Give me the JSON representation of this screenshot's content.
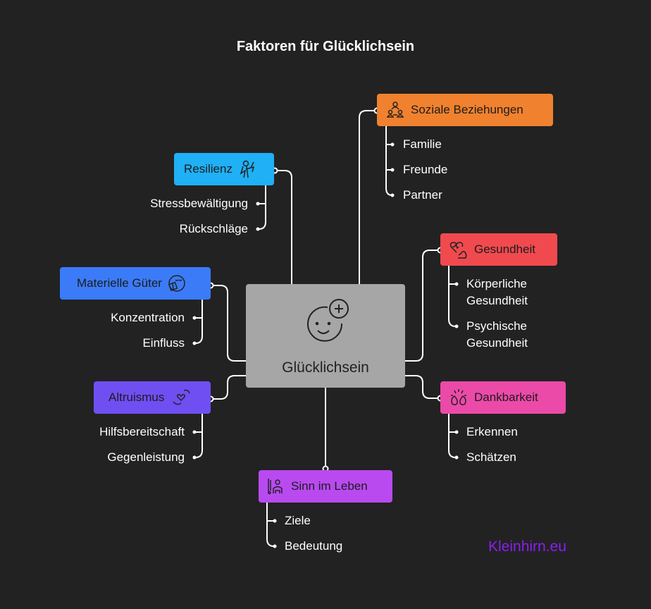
{
  "title": "Faktoren für Glücklichsein",
  "center": {
    "label": "Glücklichsein",
    "icon": "smiley-plus-icon"
  },
  "branches": {
    "soziale": {
      "label": "Soziale Beziehungen",
      "color": "#f0812e",
      "icon": "people-group-icon",
      "children": [
        "Familie",
        "Freunde",
        "Partner"
      ]
    },
    "resilienz": {
      "label": "Resilienz",
      "color": "#1fb0f5",
      "icon": "person-lightning-icon",
      "children": [
        "Stressbewältigung",
        "Rückschläge"
      ]
    },
    "materielle": {
      "label": "Materielle Güter",
      "color": "#3b7bf7",
      "icon": "happy-gift-icon",
      "children": [
        "Konzentration",
        "Einfluss"
      ]
    },
    "altruismus": {
      "label": "Altruismus",
      "color": "#6f4ff2",
      "icon": "hands-heart-icon",
      "children": [
        "Hilfsbereitschaft",
        "Gegenleistung"
      ]
    },
    "gesundheit": {
      "label": "Gesundheit",
      "color": "#f04a4f",
      "icon": "heart-muscle-icon",
      "children": [
        "Körperliche Gesundheit",
        "Psychische Gesundheit"
      ],
      "children_lines": [
        [
          "Körperliche",
          "Gesundheit"
        ],
        [
          "Psychische",
          "Gesundheit"
        ]
      ]
    },
    "dankbarkeit": {
      "label": "Dankbarkeit",
      "color": "#ec4aa8",
      "icon": "clapping-hands-icon",
      "children": [
        "Erkennen",
        "Schätzen"
      ]
    },
    "sinn": {
      "label": "Sinn im Leben",
      "color": "#b94af0",
      "icon": "family-path-icon",
      "children": [
        "Ziele",
        "Bedeutung"
      ]
    }
  },
  "brand": "Kleinhirn.eu"
}
